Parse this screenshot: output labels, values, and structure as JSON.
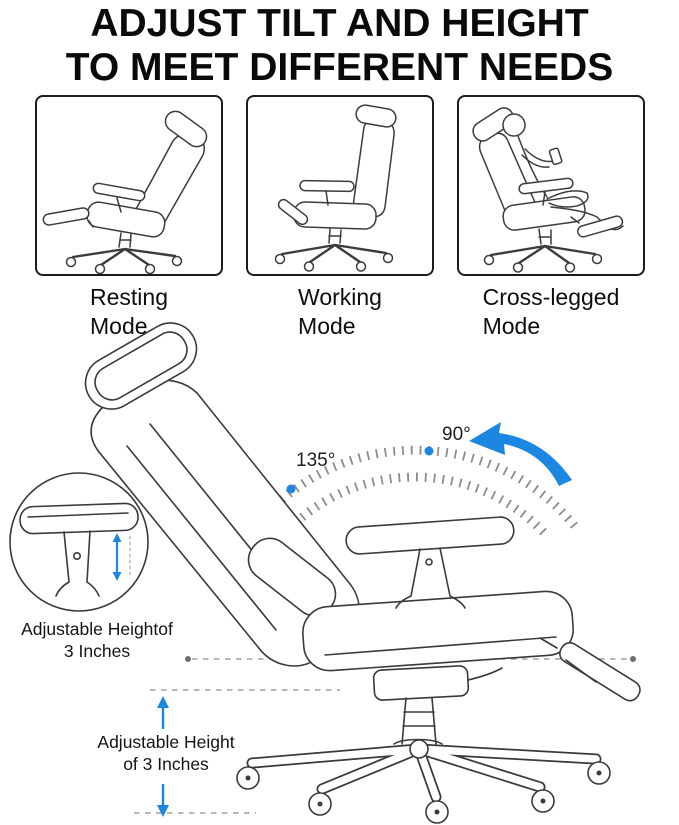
{
  "title": {
    "line1": "ADJUST TILT AND HEIGHT",
    "line2": "TO MEET DIFFERENT NEEDS"
  },
  "modes": [
    {
      "line1": "Resting",
      "line2": "Mode"
    },
    {
      "line1": "Working",
      "line2": "Mode"
    },
    {
      "line1": "Cross-legged",
      "line2": "Mode"
    }
  ],
  "tilt": {
    "recline_angle": "135°",
    "upright_angle": "90°"
  },
  "armrest_callout": {
    "line1": "Adjustable Heightof",
    "line2": "3 Inches"
  },
  "seat_height_callout": {
    "line1": "Adjustable Height",
    "line2": "of 3 Inches"
  },
  "colors": {
    "accent_blue": "#1b87e0",
    "line_ink": "#3a3a3a"
  }
}
